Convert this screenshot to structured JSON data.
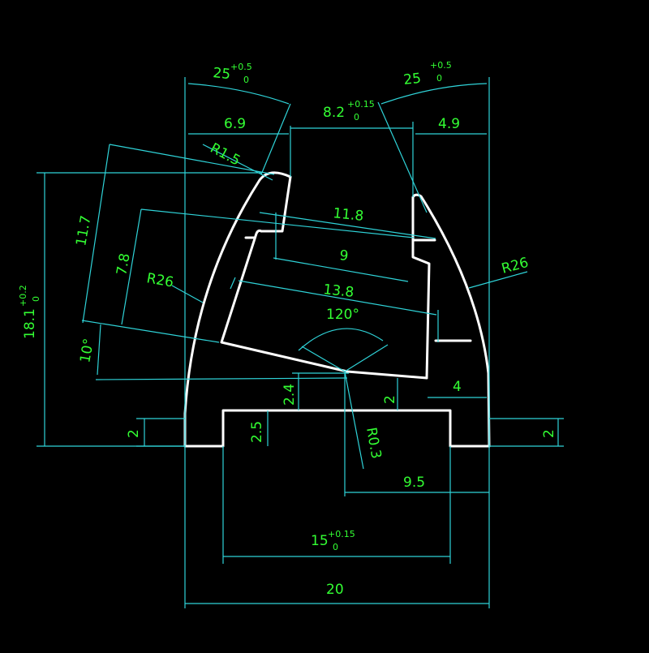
{
  "drawing": {
    "colors": {
      "background": "#000000",
      "outline": "#ffffff",
      "dimension_lines": "#2fd3d8",
      "dimension_text": "#33ff33"
    },
    "angles": {
      "left_25": "25",
      "left_25_tol_upper": "+0.5",
      "left_25_tol_lower": "0",
      "right_25": "25",
      "right_25_tol_upper": "+0.5",
      "right_25_tol_lower": "0",
      "angle_120": "120°",
      "angle_10": "10°"
    },
    "dims": {
      "d_6_9": "6.9",
      "d_8_2": "8.2",
      "d_8_2_tol_upper": "+0.15",
      "d_8_2_tol_lower": "0",
      "d_4_9": "4.9",
      "r_1_5": "R1.5",
      "d_11_8": "11.8",
      "d_11_7": "11.7",
      "d_7_8": "7.8",
      "d_9": "9",
      "r_26_left": "R26",
      "r_26_right": "R26",
      "d_13_8": "13.8",
      "h_18_1": "18.1",
      "h_18_1_tol_upper": "+0.2",
      "h_18_1_tol_lower": "0",
      "d_2_4": "2.4",
      "d_2_mid": "2",
      "d_4": "4",
      "d_2_left": "2",
      "d_2_5": "2.5",
      "r_0_3": "R0.3",
      "d_2_right": "2",
      "d_9_5": "9.5",
      "d_15": "15",
      "d_15_tol_upper": "+0.15",
      "d_15_tol_lower": "0",
      "d_20": "20"
    }
  }
}
